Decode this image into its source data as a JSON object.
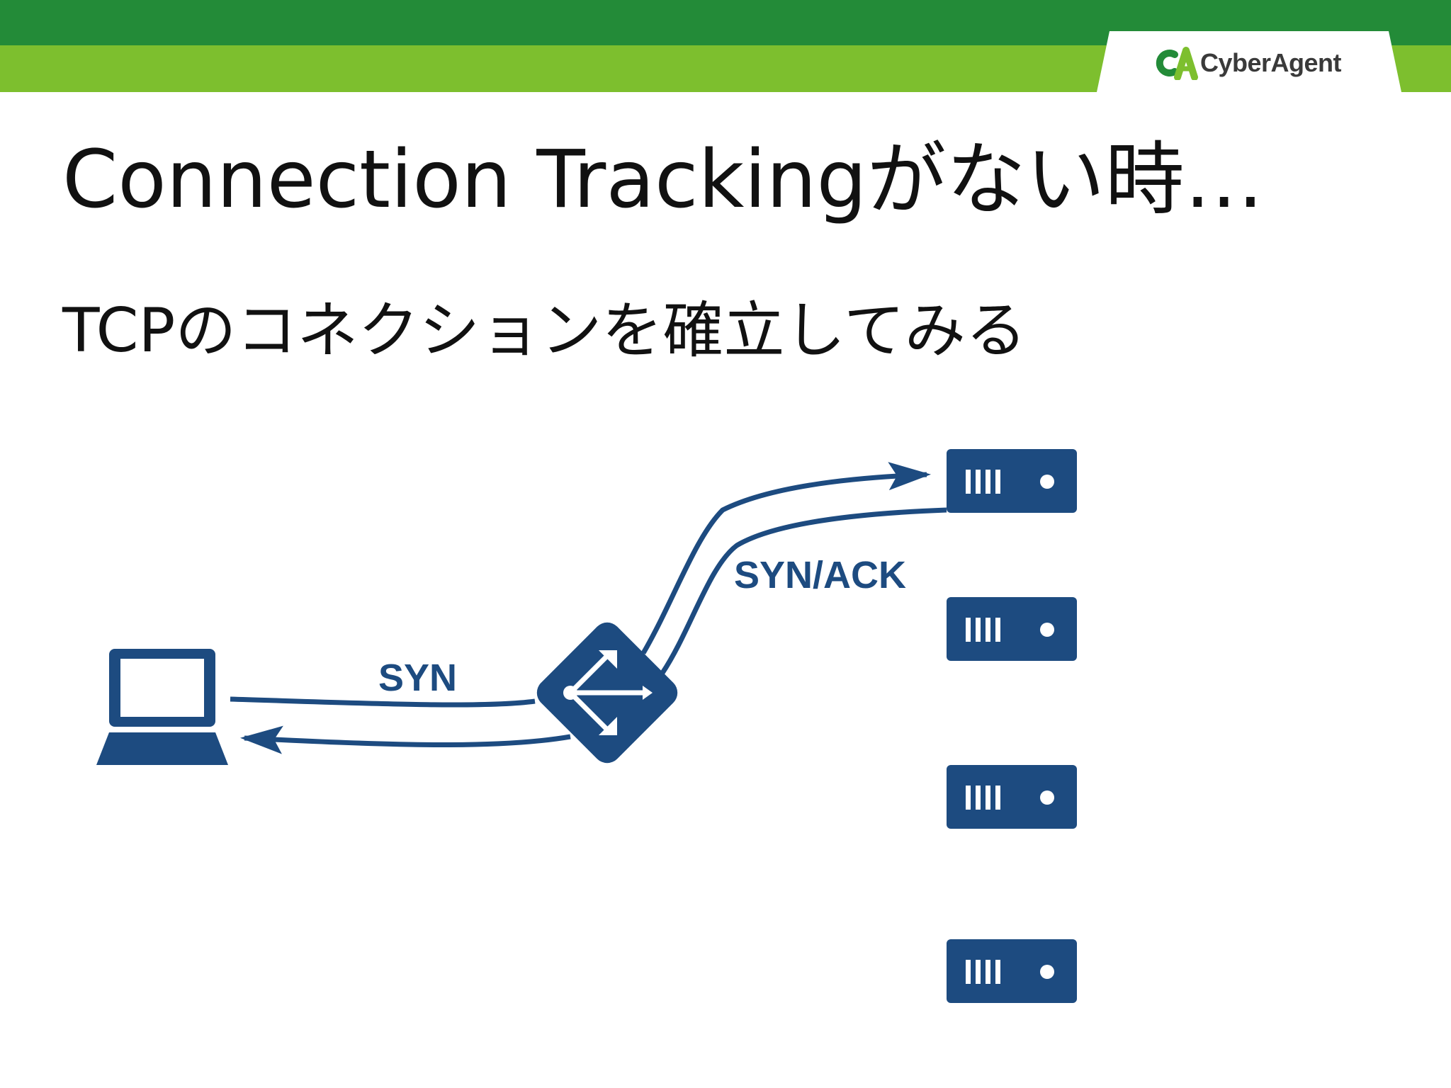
{
  "brand": {
    "logo_text": "CyberAgent",
    "colors": {
      "header_dark": "#238b38",
      "header_light": "#7dbf2e",
      "diagram": "#1d4b80"
    }
  },
  "slide": {
    "title": "Connection Trackingがない時…",
    "subtitle": "TCPのコネクションを確立してみる"
  },
  "diagram": {
    "nodes": {
      "client": "laptop-icon",
      "balancer": "load-balancer-icon",
      "servers": [
        "server-icon",
        "server-icon",
        "server-icon",
        "server-icon"
      ]
    },
    "labels": {
      "syn": "SYN",
      "syn_ack": "SYN/ACK"
    }
  }
}
